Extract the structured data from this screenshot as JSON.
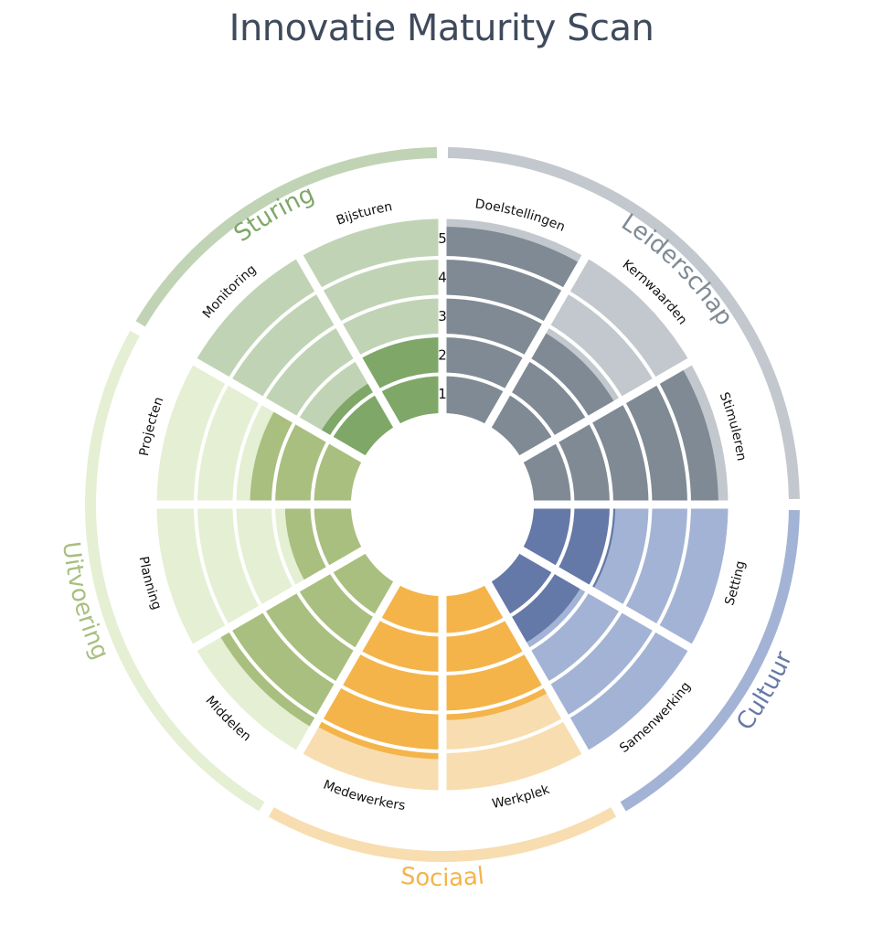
{
  "title": "Innovatie Maturity Scan",
  "colors": {
    "title": "#3f4a5c",
    "gap": "#ffffff"
  },
  "chart_data": {
    "type": "radial-bar",
    "scale": [
      1,
      2,
      3,
      4,
      5
    ],
    "domains": [
      {
        "name": "Leiderschap",
        "color_strong": "#7f8a94",
        "color_light": "#c2c8cd",
        "color_arc": "#c2c8cd",
        "segments": [
          {
            "label": "Doelstellingen",
            "score": 4.8
          },
          {
            "label": "Kernwaarden",
            "score": 2.8
          },
          {
            "label": "Stimuleren",
            "score": 4.75
          }
        ]
      },
      {
        "name": "Cultuur",
        "color_strong": "#6579a8",
        "color_light": "#a3b3d5",
        "color_arc": "#a3b3d5",
        "segments": [
          {
            "label": "Setting",
            "score": 2.1
          },
          {
            "label": "Samenwerking",
            "score": 1.8
          }
        ]
      },
      {
        "name": "Sociaal",
        "color_strong": "#f4b44a",
        "color_light": "#f8ddb0",
        "color_arc": "#f8ddb0",
        "segments": [
          {
            "label": "Werkplek",
            "score": 3.2
          },
          {
            "label": "Medewerkers",
            "score": 4.2
          }
        ]
      },
      {
        "name": "Uitvoering",
        "color_strong": "#a9bf7f",
        "color_light": "#e5efd3",
        "color_arc": "#e5efd3",
        "segments": [
          {
            "label": "Middelen",
            "score": 4.3
          },
          {
            "label": "Planning",
            "score": 1.7
          },
          {
            "label": "Projecten",
            "score": 2.6
          }
        ]
      },
      {
        "name": "Sturing",
        "color_strong": "#7fa768",
        "color_light": "#c0d4b5",
        "color_arc": "#c0d4b5",
        "segments": [
          {
            "label": "Monitoring",
            "score": 1.3
          },
          {
            "label": "Bijsturen",
            "score": 2.0
          }
        ]
      }
    ]
  }
}
